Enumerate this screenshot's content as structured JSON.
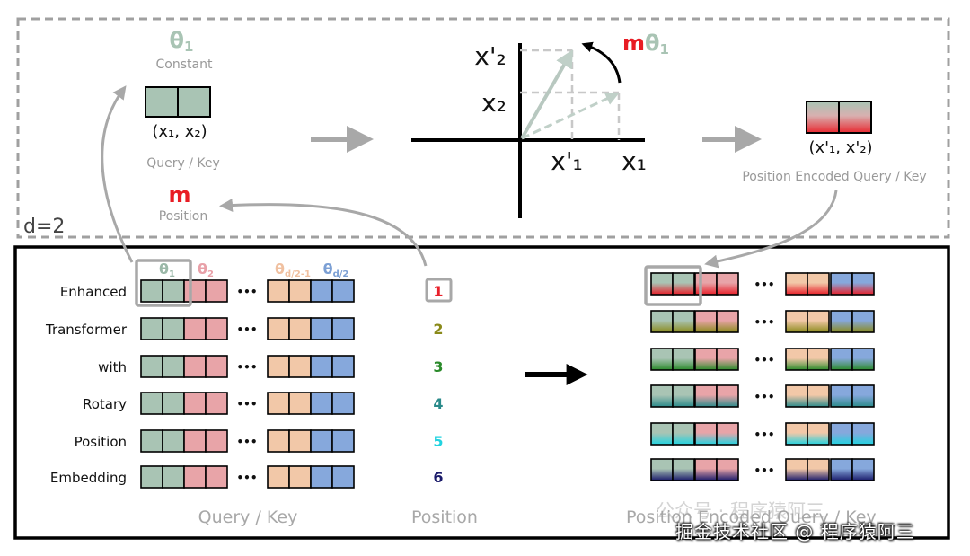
{
  "top_panel": {
    "theta_label": "θ",
    "theta_sub": "1",
    "constant_label": "Constant",
    "pair_label": "(x₁, x₂)",
    "query_key_label": "Query / Key",
    "m_label": "m",
    "position_label": "Position",
    "d_label": "d=2",
    "axis": {
      "xp2": "x'₂",
      "x2": "x₂",
      "xp1": "x'₁",
      "x1": "x₁",
      "rot_m": "m",
      "rot_theta": "θ",
      "rot_sub": "1"
    },
    "encoded_pair_label": "(x'₁, x'₂)",
    "encoded_label": "Position Encoded Query / Key"
  },
  "bottom_panel": {
    "theta_headers": [
      {
        "main": "θ",
        "sub": "1",
        "color": "#9bb8a8"
      },
      {
        "main": "θ",
        "sub": "2",
        "color": "#e8a0a8"
      },
      {
        "main": "θ",
        "sub": "d/2-1",
        "color": "#f0c0a0"
      },
      {
        "main": "θ",
        "sub": "d/2",
        "color": "#7b9fd4"
      }
    ],
    "words": [
      "Enhanced",
      "Transformer",
      "with",
      "Rotary",
      "Position",
      "Embedding"
    ],
    "positions": [
      {
        "value": "1",
        "color": "#e8202a"
      },
      {
        "value": "2",
        "color": "#8a8a1a"
      },
      {
        "value": "3",
        "color": "#2a8a2a"
      },
      {
        "value": "4",
        "color": "#2a8a8a"
      },
      {
        "value": "5",
        "color": "#22d3e0"
      },
      {
        "value": "6",
        "color": "#1a1a6a"
      }
    ],
    "ellipsis": "•••",
    "query_key_footer": "Query / Key",
    "position_footer": "Position",
    "encoded_footer": "Position Encoded Query / Key"
  },
  "colors": {
    "green": "#a9c4b4",
    "pink": "#e8a4a8",
    "peach": "#f2c8a8",
    "blue": "#86a8dc",
    "red": "#e81c24",
    "grey": "#a0a0a0"
  },
  "watermark": {
    "text": "掘金技术社区 @ 程序猿阿三",
    "faint_text": "公众号 · 程序猿阿三"
  }
}
